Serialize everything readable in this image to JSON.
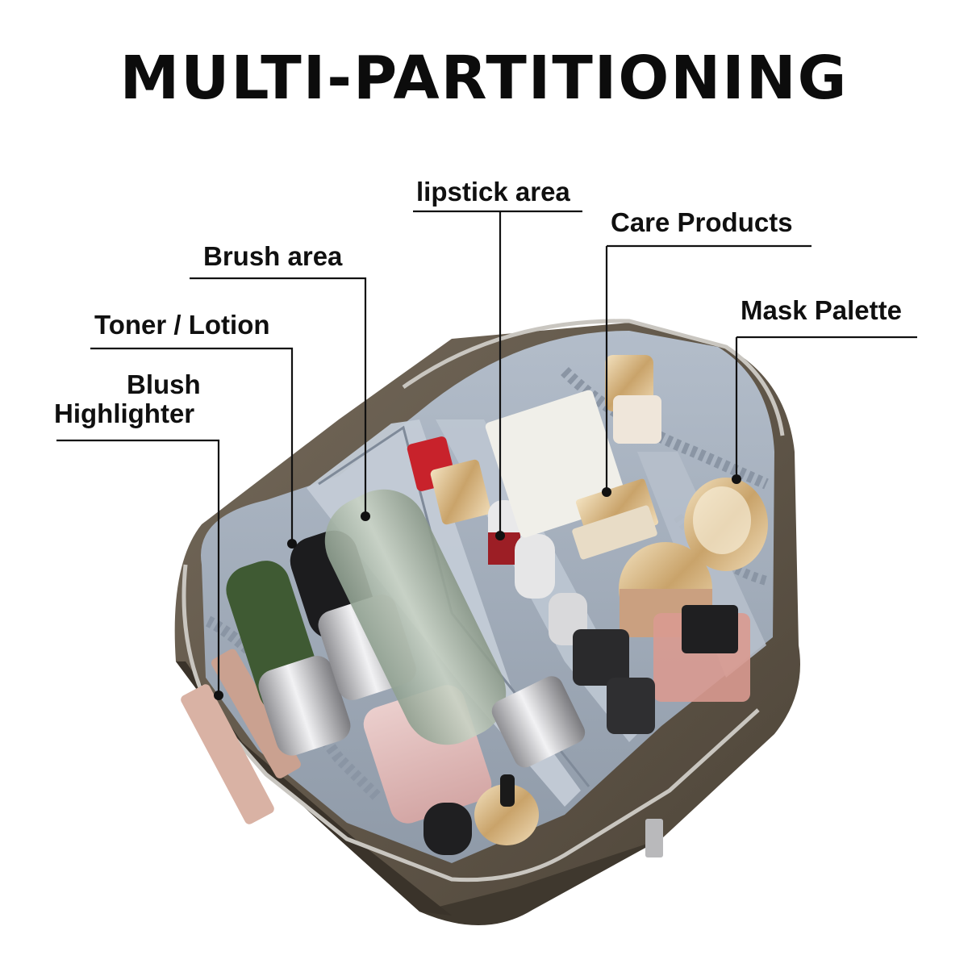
{
  "title": "MULTI-PARTITIONING",
  "labels": {
    "lipstick": "lipstick area",
    "care": "Care Products",
    "brush": "Brush area",
    "mask": "Mask Palette",
    "toner": "Toner / Lotion",
    "blush_line1": "Blush",
    "blush_line2": "Highlighter"
  },
  "colors": {
    "bag_shell": "#5f5547",
    "bag_lining": "#a9b4c2",
    "divider": "#b8c1cd",
    "leader_line": "#111111"
  }
}
